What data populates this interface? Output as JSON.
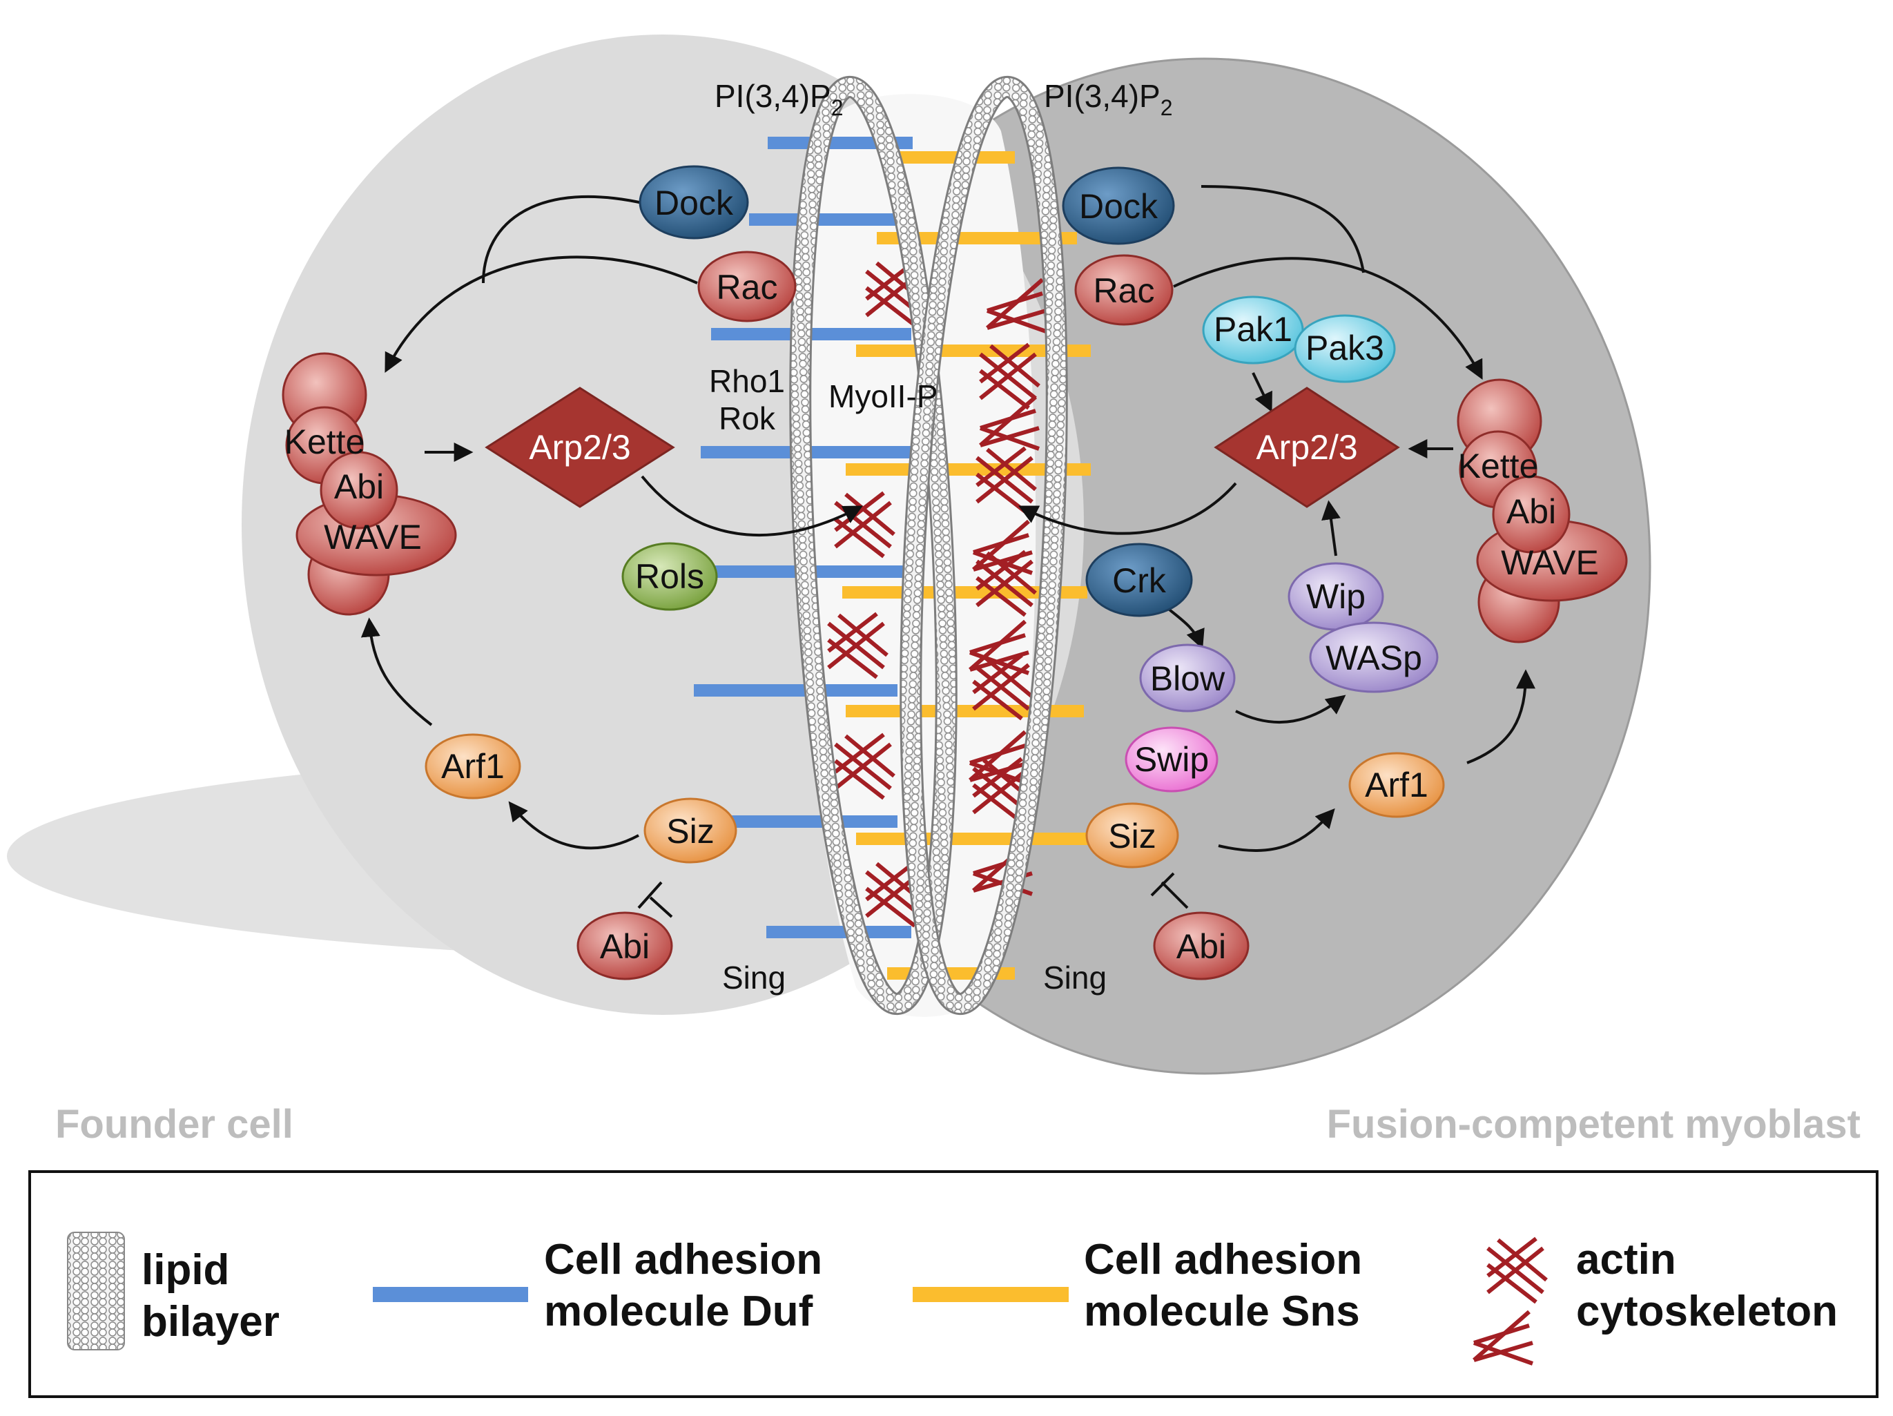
{
  "founder": {
    "title": "Founder cell",
    "pip": "PI(3,4)P",
    "pip_sub": "2",
    "dock": "Dock",
    "rac": "Rac",
    "rho1": "Rho1",
    "rok": "Rok",
    "myoii": "MyoII-P",
    "kette": "Kette",
    "abi_complex": "Abi",
    "wave": "WAVE",
    "arp": "Arp2/3",
    "rols": "Rols",
    "arf1": "Arf1",
    "siz": "Siz",
    "abi": "Abi",
    "sing": "Sing"
  },
  "fcm": {
    "title": "Fusion-competent myoblast",
    "pip": "PI(3,4)P",
    "pip_sub": "2",
    "dock": "Dock",
    "rac": "Rac",
    "pak1": "Pak1",
    "pak3": "Pak3",
    "arp": "Arp2/3",
    "kette": "Kette",
    "abi_complex": "Abi",
    "wave": "WAVE",
    "crk": "Crk",
    "wip": "Wip",
    "wasp": "WASp",
    "blow": "Blow",
    "swip": "Swip",
    "arf1": "Arf1",
    "siz": "Siz",
    "abi": "Abi",
    "sing": "Sing"
  },
  "legend": {
    "lipid_1": "lipid",
    "lipid_2": "bilayer",
    "duf_1": "Cell adhesion",
    "duf_2": "molecule Duf",
    "sns_1": "Cell adhesion",
    "sns_2": "molecule Sns",
    "actin_1": "actin",
    "actin_2": "cytoskeleton"
  },
  "colors": {
    "duf": "#5b8fd8",
    "sns": "#fbbd2e",
    "actin": "#a31f24",
    "founder_cell": "#dcdcdc",
    "fcm_cell": "#b7b7b7",
    "protein_red": "#c85a56",
    "protein_orange": "#f2a868",
    "protein_blue": "#2f6593",
    "protein_cyan": "#6fd3ea",
    "protein_purple": "#b3a2d8",
    "protein_green": "#8fb34e",
    "protein_pink": "#f58fde"
  }
}
